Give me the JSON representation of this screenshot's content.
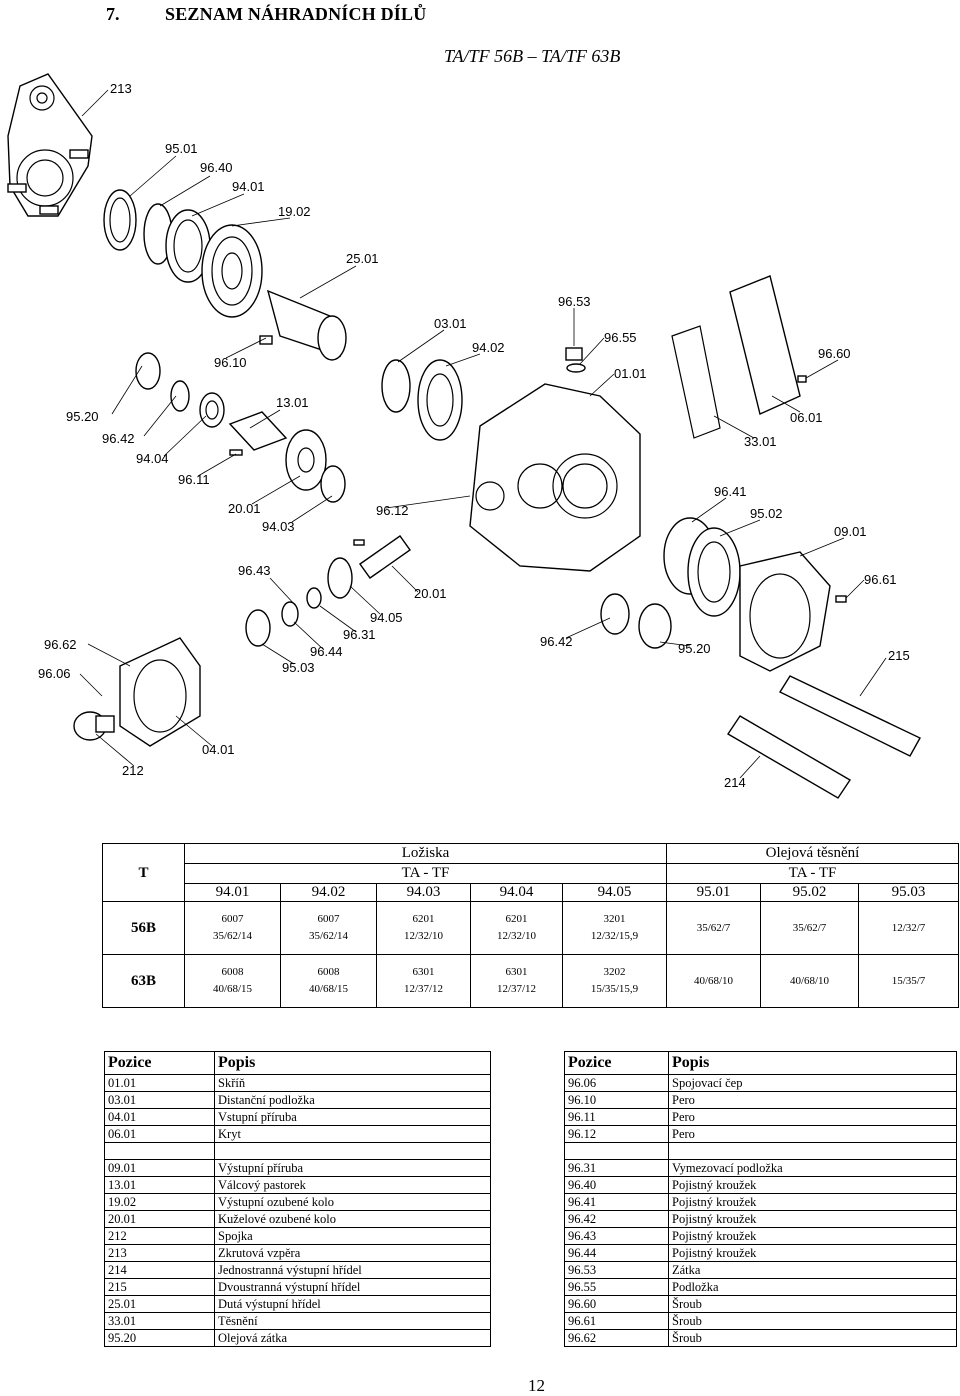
{
  "heading": {
    "number": "7.",
    "title": "SEZNAM NÁHRADNÍCH DÍLŮ"
  },
  "subtitle": "TA/TF 56B – TA/TF 63B",
  "diagram_labels": [
    "213",
    "95.01",
    "96.40",
    "94.01",
    "19.02",
    "25.01",
    "96.53",
    "96.55",
    "01.01",
    "03.01",
    "94.02",
    "96.60",
    "06.01",
    "33.01",
    "96.10",
    "13.01",
    "95.20",
    "96.42",
    "94.04",
    "96.11",
    "20.01",
    "94.03",
    "96.12",
    "96.41",
    "95.02",
    "09.01",
    "96.61",
    "96.43",
    "20.01",
    "94.05",
    "96.31",
    "96.44",
    "95.03",
    "96.62",
    "96.06",
    "96.42",
    "95.20",
    "215",
    "212",
    "04.01",
    "214"
  ],
  "bearing_table": {
    "col_T": "T",
    "group1": "Ložiska",
    "group2": "Olejová těsnění",
    "sub1": "TA - TF",
    "sub2": "TA - TF",
    "positions": [
      "94.01",
      "94.02",
      "94.03",
      "94.04",
      "94.05",
      "95.01",
      "95.02",
      "95.03"
    ],
    "rows": [
      {
        "type": "56B",
        "cells": [
          [
            "6007",
            "35/62/14"
          ],
          [
            "6007",
            "35/62/14"
          ],
          [
            "6201",
            "12/32/10"
          ],
          [
            "6201",
            "12/32/10"
          ],
          [
            "3201",
            "12/32/15,9"
          ],
          [
            "35/62/7"
          ],
          [
            "35/62/7"
          ],
          [
            "12/32/7"
          ]
        ]
      },
      {
        "type": "63B",
        "cells": [
          [
            "6008",
            "40/68/15"
          ],
          [
            "6008",
            "40/68/15"
          ],
          [
            "6301",
            "12/37/12"
          ],
          [
            "6301",
            "12/37/12"
          ],
          [
            "3202",
            "15/35/15,9"
          ],
          [
            "40/68/10"
          ],
          [
            "40/68/10"
          ],
          [
            "15/35/7"
          ]
        ]
      }
    ]
  },
  "parts_header": {
    "pos": "Pozice",
    "desc": "Popis"
  },
  "parts_left": [
    [
      "01.01",
      "Skříň"
    ],
    [
      "03.01",
      "Distanční podložka"
    ],
    [
      "04.01",
      "Vstupní příruba"
    ],
    [
      "06.01",
      "Kryt"
    ],
    [
      "",
      ""
    ],
    [
      "09.01",
      "Výstupní příruba"
    ],
    [
      "13.01",
      "Válcový pastorek"
    ],
    [
      "19.02",
      "Výstupní ozubené kolo"
    ],
    [
      "20.01",
      "Kuželové ozubené kolo"
    ],
    [
      "212",
      "Spojka"
    ],
    [
      "213",
      "Zkrutová vzpěra"
    ],
    [
      "214",
      "Jednostranná výstupní hřídel"
    ],
    [
      "215",
      "Dvoustranná výstupní hřídel"
    ],
    [
      "25.01",
      "Dutá výstupní hřídel"
    ],
    [
      "33.01",
      "Těsnění"
    ],
    [
      "95.20",
      "Olejová zátka"
    ]
  ],
  "parts_right": [
    [
      "96.06",
      "Spojovací čep"
    ],
    [
      "96.10",
      "Pero"
    ],
    [
      "96.11",
      "Pero"
    ],
    [
      "96.12",
      "Pero"
    ],
    [
      "",
      ""
    ],
    [
      "96.31",
      "Vymezovací podložka"
    ],
    [
      "96.40",
      "Pojistný kroužek"
    ],
    [
      "96.41",
      "Pojistný kroužek"
    ],
    [
      "96.42",
      "Pojistný kroužek"
    ],
    [
      "96.43",
      "Pojistný kroužek"
    ],
    [
      "96.44",
      "Pojistný kroužek"
    ],
    [
      "96.53",
      "Zátka"
    ],
    [
      "96.55",
      "Podložka"
    ],
    [
      "96.60",
      "Šroub"
    ],
    [
      "96.61",
      "Šroub"
    ],
    [
      "96.62",
      "Šroub"
    ]
  ],
  "page_number": "12"
}
